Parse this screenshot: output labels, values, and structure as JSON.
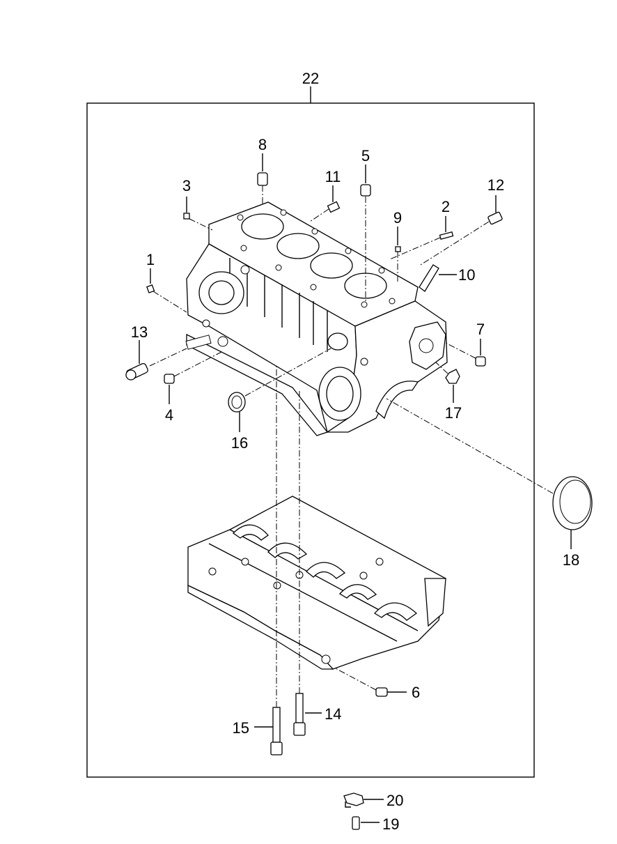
{
  "diagram": {
    "title": "Cylinder block assembly exploded view",
    "group_label": "22",
    "callouts": {
      "p1": "1",
      "p2": "2",
      "p3": "3",
      "p4": "4",
      "p5": "5",
      "p6": "6",
      "p7": "7",
      "p8": "8",
      "p9": "9",
      "p10": "10",
      "p11": "11",
      "p12": "12",
      "p13": "13",
      "p14": "14",
      "p15": "15",
      "p16": "16",
      "p17": "17",
      "p18": "18",
      "p19": "19",
      "p20": "20"
    }
  }
}
